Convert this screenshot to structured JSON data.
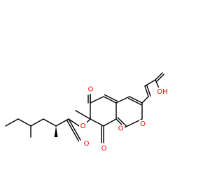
{
  "molecule": {
    "atom_labels": [
      {
        "key": "o_ketone_top",
        "text": "O",
        "color": "#ff0000"
      },
      {
        "key": "o_ring",
        "text": "O",
        "color": "#ff0000"
      },
      {
        "key": "o_ester",
        "text": "O",
        "color": "#ff0000"
      },
      {
        "key": "o_ester_carbonyl",
        "text": "O",
        "color": "#ff0000"
      },
      {
        "key": "o_ketone_bottom",
        "text": "O",
        "color": "#ff0000"
      },
      {
        "key": "acid_oh",
        "text": "OH",
        "color": "#ff0000"
      },
      {
        "key": "acid_o",
        "text": "O",
        "color": "#ff0000"
      }
    ],
    "colors": {
      "bond": "#000000",
      "heteroatom_oxygen": "#ff0000",
      "background": "#ffffff"
    }
  }
}
